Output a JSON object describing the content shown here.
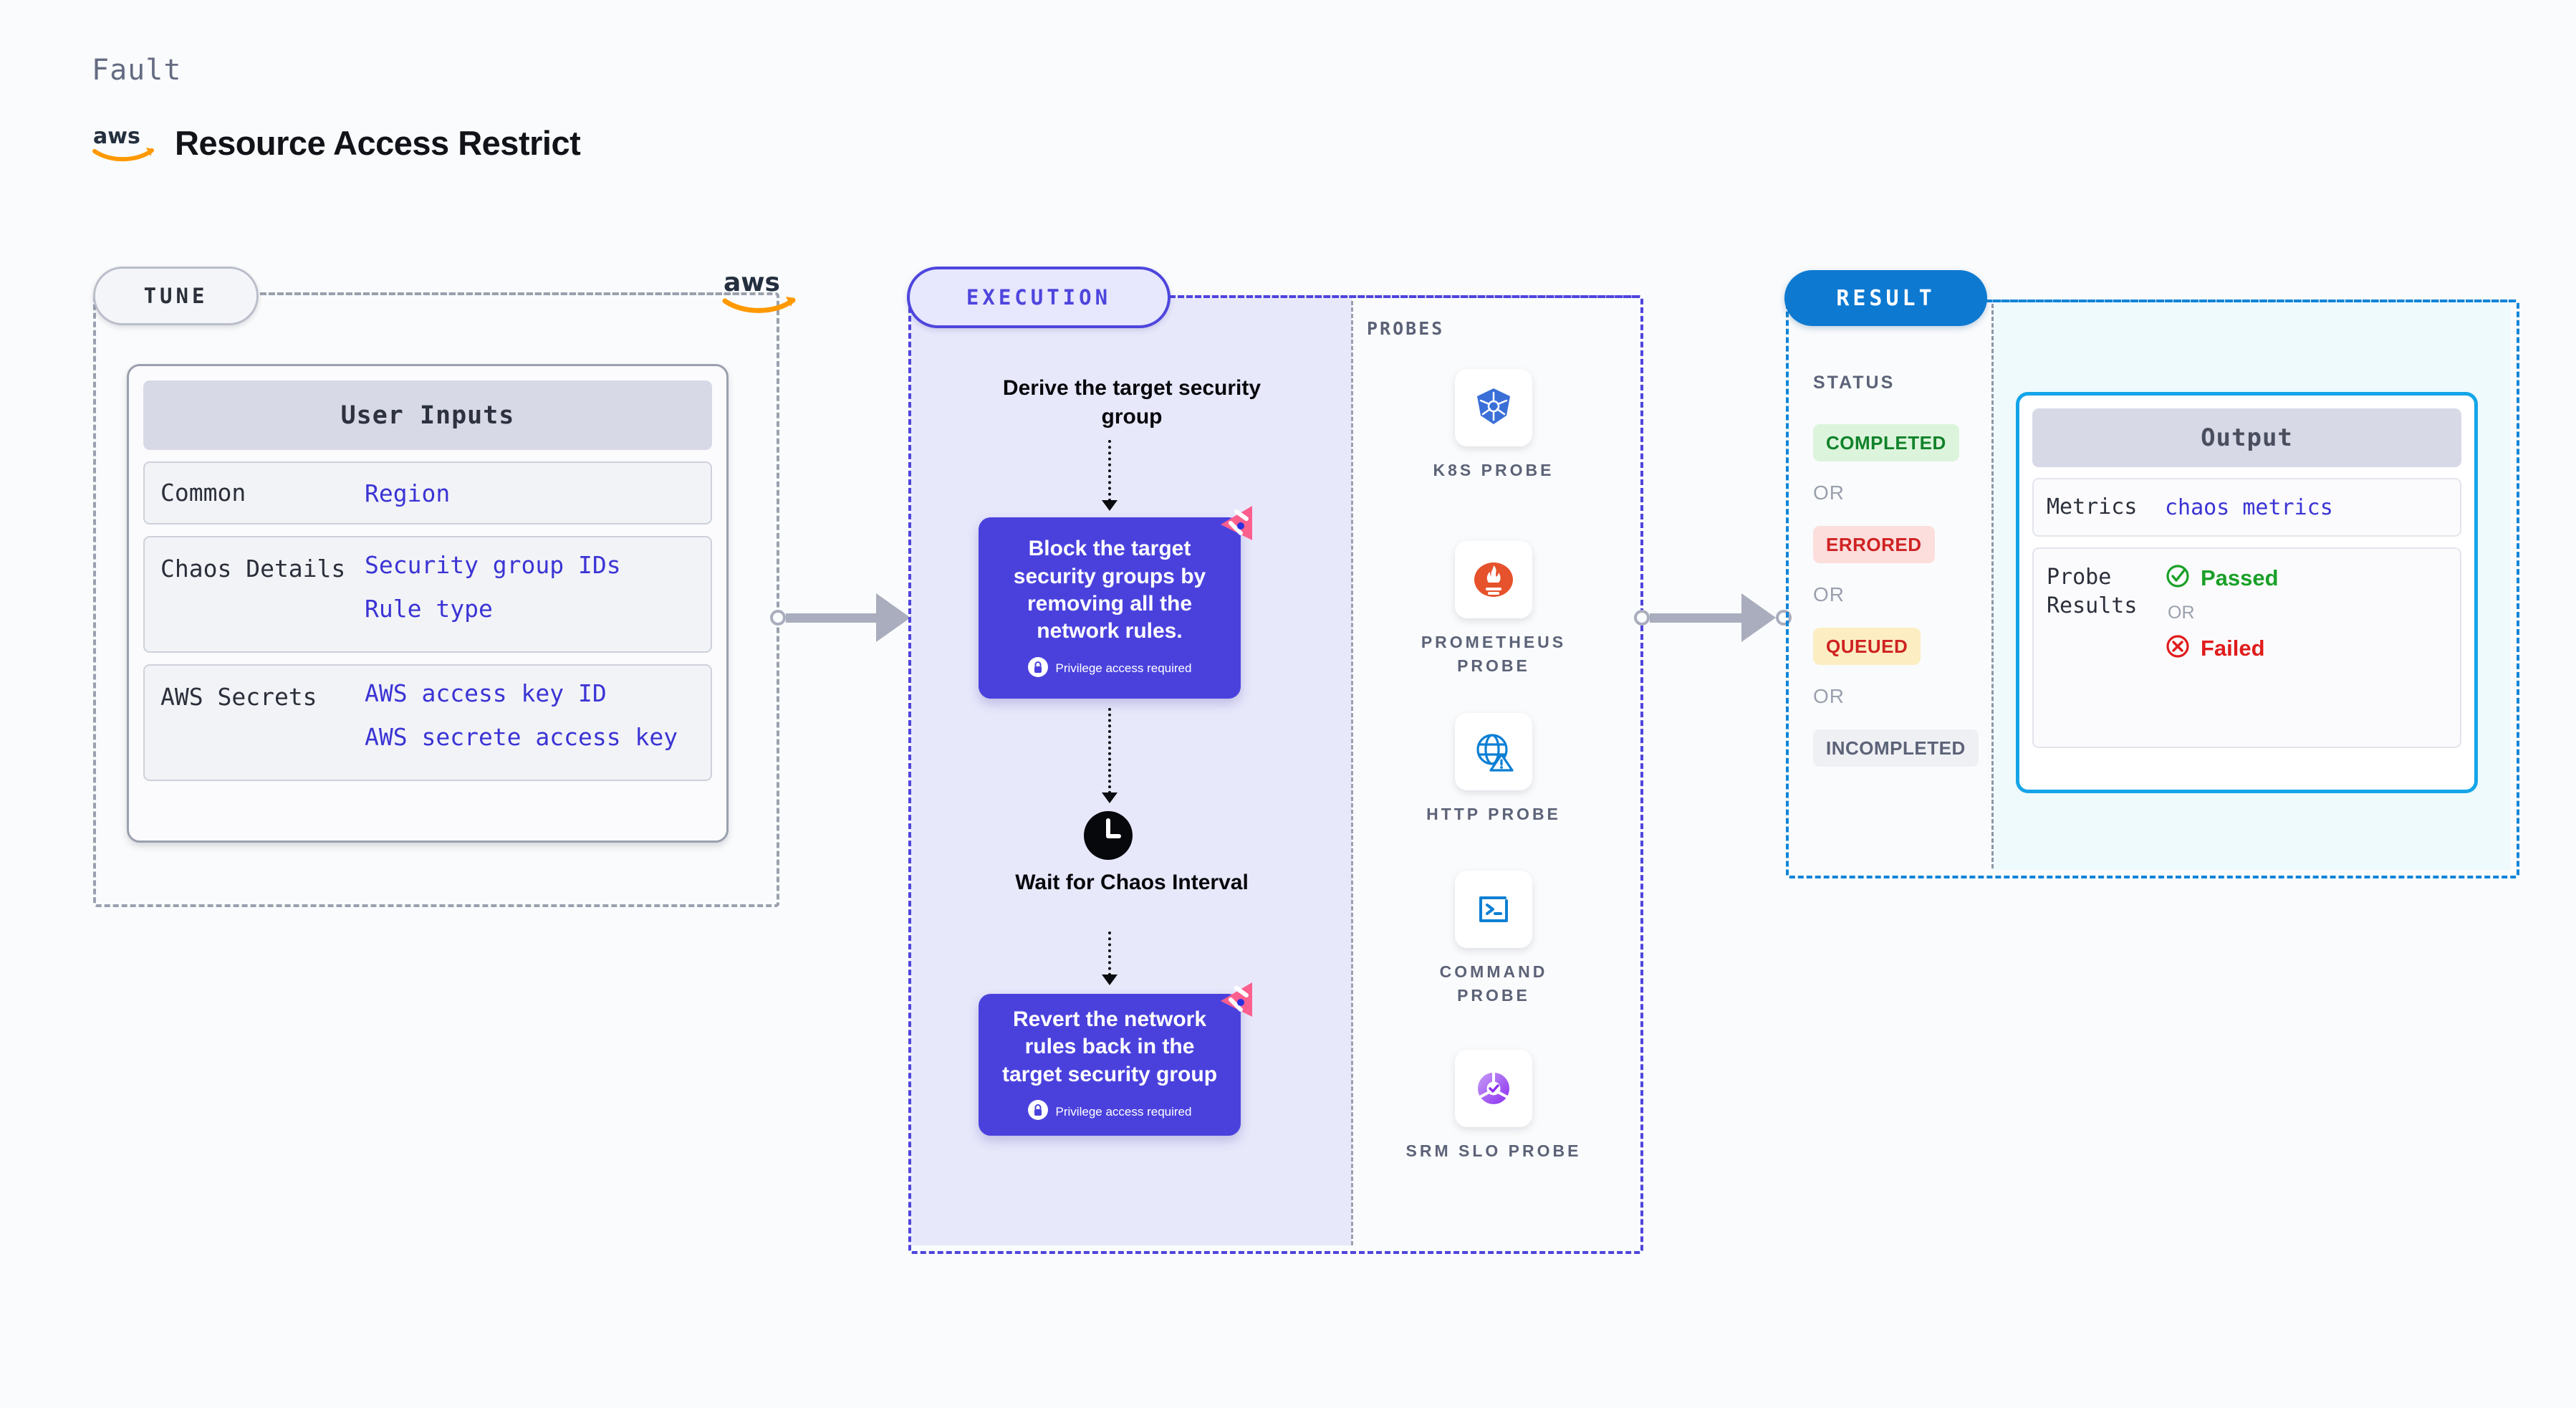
{
  "header": {
    "fault_label": "Fault",
    "title": "Resource Access Restrict",
    "logo_icon": "aws-logo-icon"
  },
  "tune": {
    "pill_label": "TUNE",
    "logo_icon": "aws-logo-icon",
    "card": {
      "header": "User Inputs",
      "rows": [
        {
          "label": "Common",
          "values": [
            "Region"
          ]
        },
        {
          "label": "Chaos Details",
          "values": [
            "Security group IDs",
            "Rule type"
          ]
        },
        {
          "label": "AWS Secrets",
          "values": [
            "AWS access key ID",
            "AWS secrete access key"
          ]
        }
      ]
    }
  },
  "execution": {
    "pill_label": "EXECUTION",
    "steps": [
      {
        "type": "title",
        "text": "Derive the target security group"
      },
      {
        "type": "card",
        "text": "Block the target security groups by removing all the network rules.",
        "privilege_note": "Privilege access required",
        "lock_icon": "lock-icon",
        "corner_icon": "chaos-fault-badge-icon"
      },
      {
        "type": "wait",
        "text": "Wait for Chaos Interval",
        "icon": "clock-icon"
      },
      {
        "type": "card",
        "text": "Revert the network rules back in the target security group",
        "privilege_note": "Privilege access required",
        "lock_icon": "lock-icon",
        "corner_icon": "chaos-fault-badge-icon"
      }
    ]
  },
  "probes": {
    "section_label": "PROBES",
    "items": [
      {
        "name": "K8S PROBE",
        "icon": "kubernetes-icon"
      },
      {
        "name": "PROMETHEUS PROBE",
        "icon": "prometheus-icon"
      },
      {
        "name": "HTTP PROBE",
        "icon": "globe-warning-icon"
      },
      {
        "name": "COMMAND PROBE",
        "icon": "terminal-icon"
      },
      {
        "name": "SRM SLO PROBE",
        "icon": "srm-slo-icon"
      }
    ]
  },
  "result": {
    "pill_label": "RESULT",
    "status_label": "STATUS",
    "or_label": "OR",
    "statuses": [
      {
        "label": "COMPLETED",
        "bg": "#dcf4dc",
        "fg": "#11822a"
      },
      {
        "label": "ERRORED",
        "bg": "#fcdedd",
        "fg": "#cf2222"
      },
      {
        "label": "QUEUED",
        "bg": "#fceec2",
        "fg": "#cf2222"
      },
      {
        "label": "INCOMPLETED",
        "bg": "#eff0f4",
        "fg": "#5c6378"
      }
    ],
    "output": {
      "header": "Output",
      "metrics_label": "Metrics",
      "metrics_value": "chaos metrics",
      "probe_results_label": "Probe Results",
      "passed_label": "Passed",
      "failed_label": "Failed",
      "or_label": "OR",
      "passed_icon": "check-circle-icon",
      "failed_icon": "x-circle-icon"
    }
  },
  "colors": {
    "tune_accent": "#9aa0ad",
    "execution_accent": "#4e45dd",
    "result_accent": "#1184d8",
    "output_border": "#14a5e8",
    "link_blue": "#3b34d4",
    "connector_gray": "#a9adbd"
  }
}
